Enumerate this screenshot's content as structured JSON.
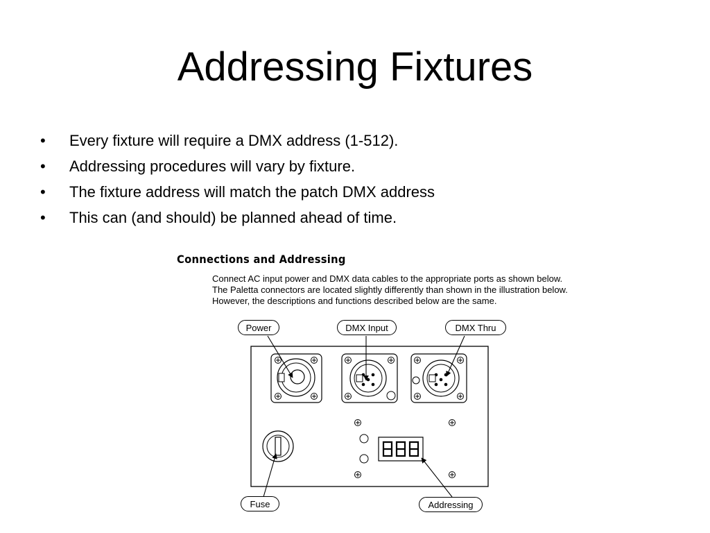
{
  "slide": {
    "title": "Addressing Fixtures",
    "bullet_glyph": "•",
    "bullets": [
      "Every fixture will require a DMX address (1-512).",
      "Addressing procedures will vary by fixture.",
      "The fixture address will match the patch DMX address",
      "This can (and should) be planned ahead of time."
    ]
  },
  "figure": {
    "heading": "Connections and Addressing",
    "description": [
      "Connect AC input power and DMX data cables to the appropriate ports as shown below.",
      "The Paletta connectors are located slightly differently than shown in the illustration below.",
      "However, the descriptions and functions described below are the same."
    ],
    "callouts": {
      "power": "Power",
      "dmx_input": "DMX Input",
      "dmx_thru": "DMX Thru",
      "fuse": "Fuse",
      "addressing": "Addressing"
    }
  }
}
